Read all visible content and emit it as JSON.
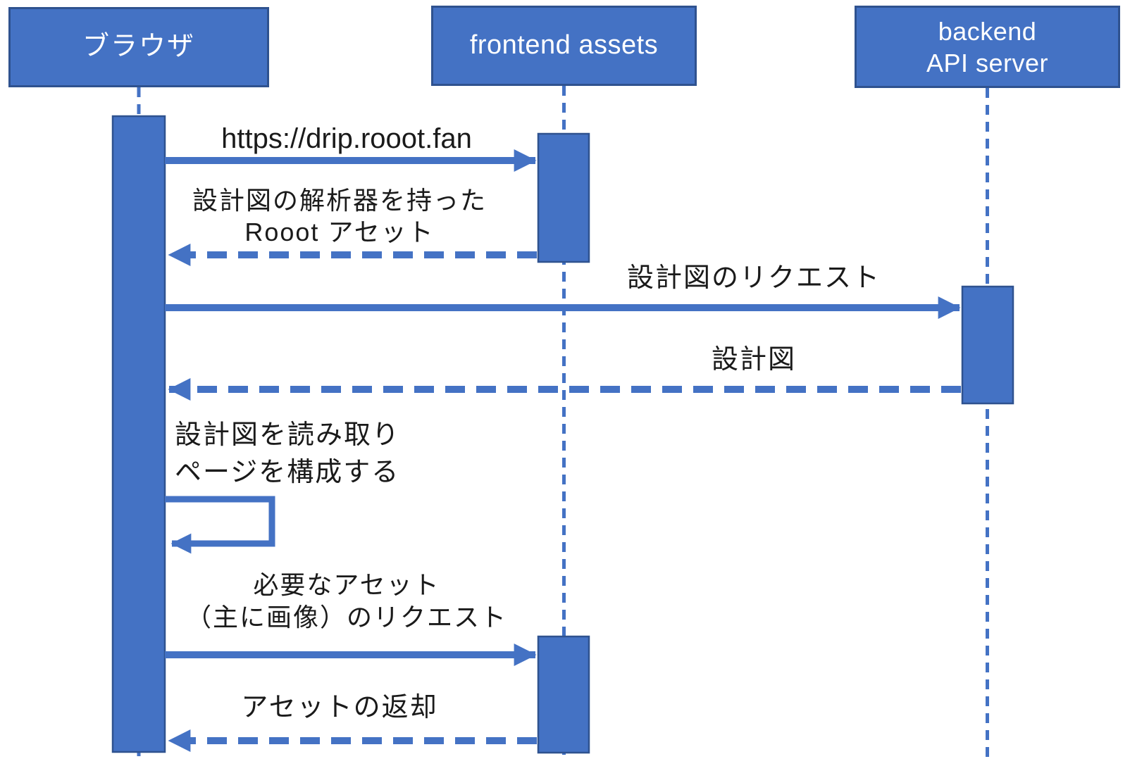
{
  "diagram_type": "uml-sequence",
  "actors": [
    {
      "id": "browser",
      "label": "ブラウザ"
    },
    {
      "id": "frontend_assets",
      "label": "frontend assets"
    },
    {
      "id": "backend_api_server",
      "line1": "backend",
      "line2": "API server"
    }
  ],
  "messages": [
    {
      "seq": 1,
      "from": "browser",
      "to": "frontend_assets",
      "line_style": "solid",
      "label": "https://drip.rooot.fan"
    },
    {
      "seq": 2,
      "from": "frontend_assets",
      "to": "browser",
      "line_style": "dashed",
      "line1": "設計図の解析器を持った",
      "line2": "Rooot アセット"
    },
    {
      "seq": 3,
      "from": "browser",
      "to": "backend_api_server",
      "line_style": "solid",
      "label": "設計図のリクエスト"
    },
    {
      "seq": 4,
      "from": "backend_api_server",
      "to": "browser",
      "line_style": "dashed",
      "label": "設計図"
    },
    {
      "seq": 5,
      "from": "browser",
      "to": "browser",
      "line_style": "self-loop",
      "line1": "設計図を読み取り",
      "line2": "ページを構成する"
    },
    {
      "seq": 6,
      "from": "browser",
      "to": "frontend_assets",
      "line_style": "solid",
      "line1": "必要なアセット",
      "line2": "（主に画像）のリクエスト"
    },
    {
      "seq": 7,
      "from": "frontend_assets",
      "to": "browser",
      "line_style": "dashed",
      "label": "アセットの返却"
    }
  ],
  "colors": {
    "shape_fill": "#4472C4",
    "shape_border": "#2F528F",
    "connector": "#4472C4",
    "label_text": "#1A1A1A",
    "actor_text": "#FFFFFF",
    "background": "#FFFFFF"
  }
}
